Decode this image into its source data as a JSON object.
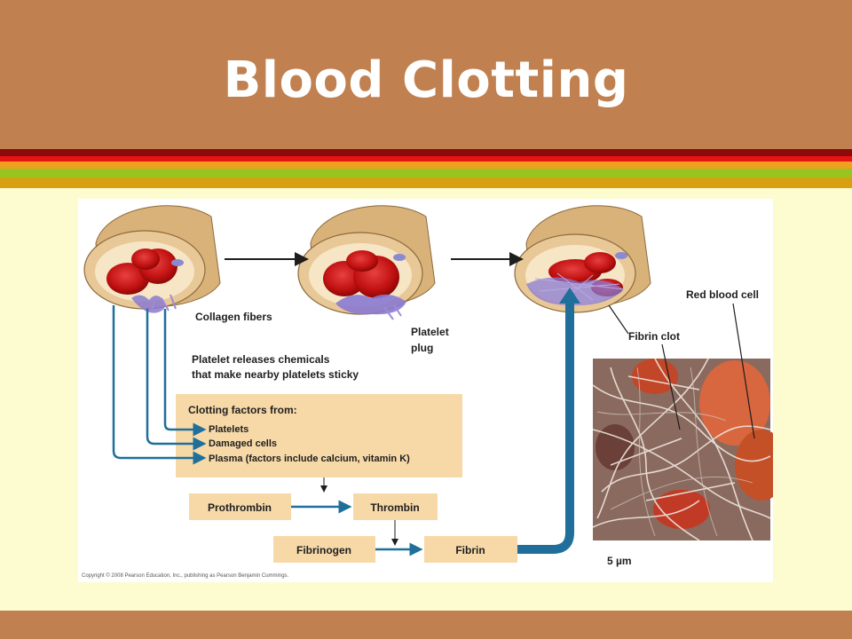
{
  "slide": {
    "title": "Blood Clotting",
    "colors": {
      "header": "#c1804f",
      "background": "#fdfbd0",
      "stripe_dark_red": "#8b0a0a",
      "stripe_red": "#e81414",
      "stripe_orange": "#f0a020",
      "stripe_green": "#98c420",
      "stripe_gold": "#d8a010",
      "arrow_blue": "#1f6f9a"
    }
  },
  "figure": {
    "labels": {
      "collagen": "Collagen fibers",
      "platelet_plug_1": "Platelet",
      "platelet_plug_2": "plug",
      "red_blood_cell": "Red blood cell",
      "fibrin_clot": "Fibrin clot",
      "releases_1": "Platelet releases chemicals",
      "releases_2": "that make nearby platelets sticky",
      "scale": "5 µm"
    },
    "factors_box": {
      "heading": "Clotting factors from:",
      "items": [
        "Platelets",
        "Damaged cells",
        "Plasma (factors include calcium, vitamin K)"
      ]
    },
    "cascade": {
      "prothrombin": "Prothrombin",
      "thrombin": "Thrombin",
      "fibrinogen": "Fibrinogen",
      "fibrin": "Fibrin"
    },
    "copyright": "Copyright © 2008 Pearson Education, Inc., publishing as Pearson Benjamin Cummings."
  }
}
